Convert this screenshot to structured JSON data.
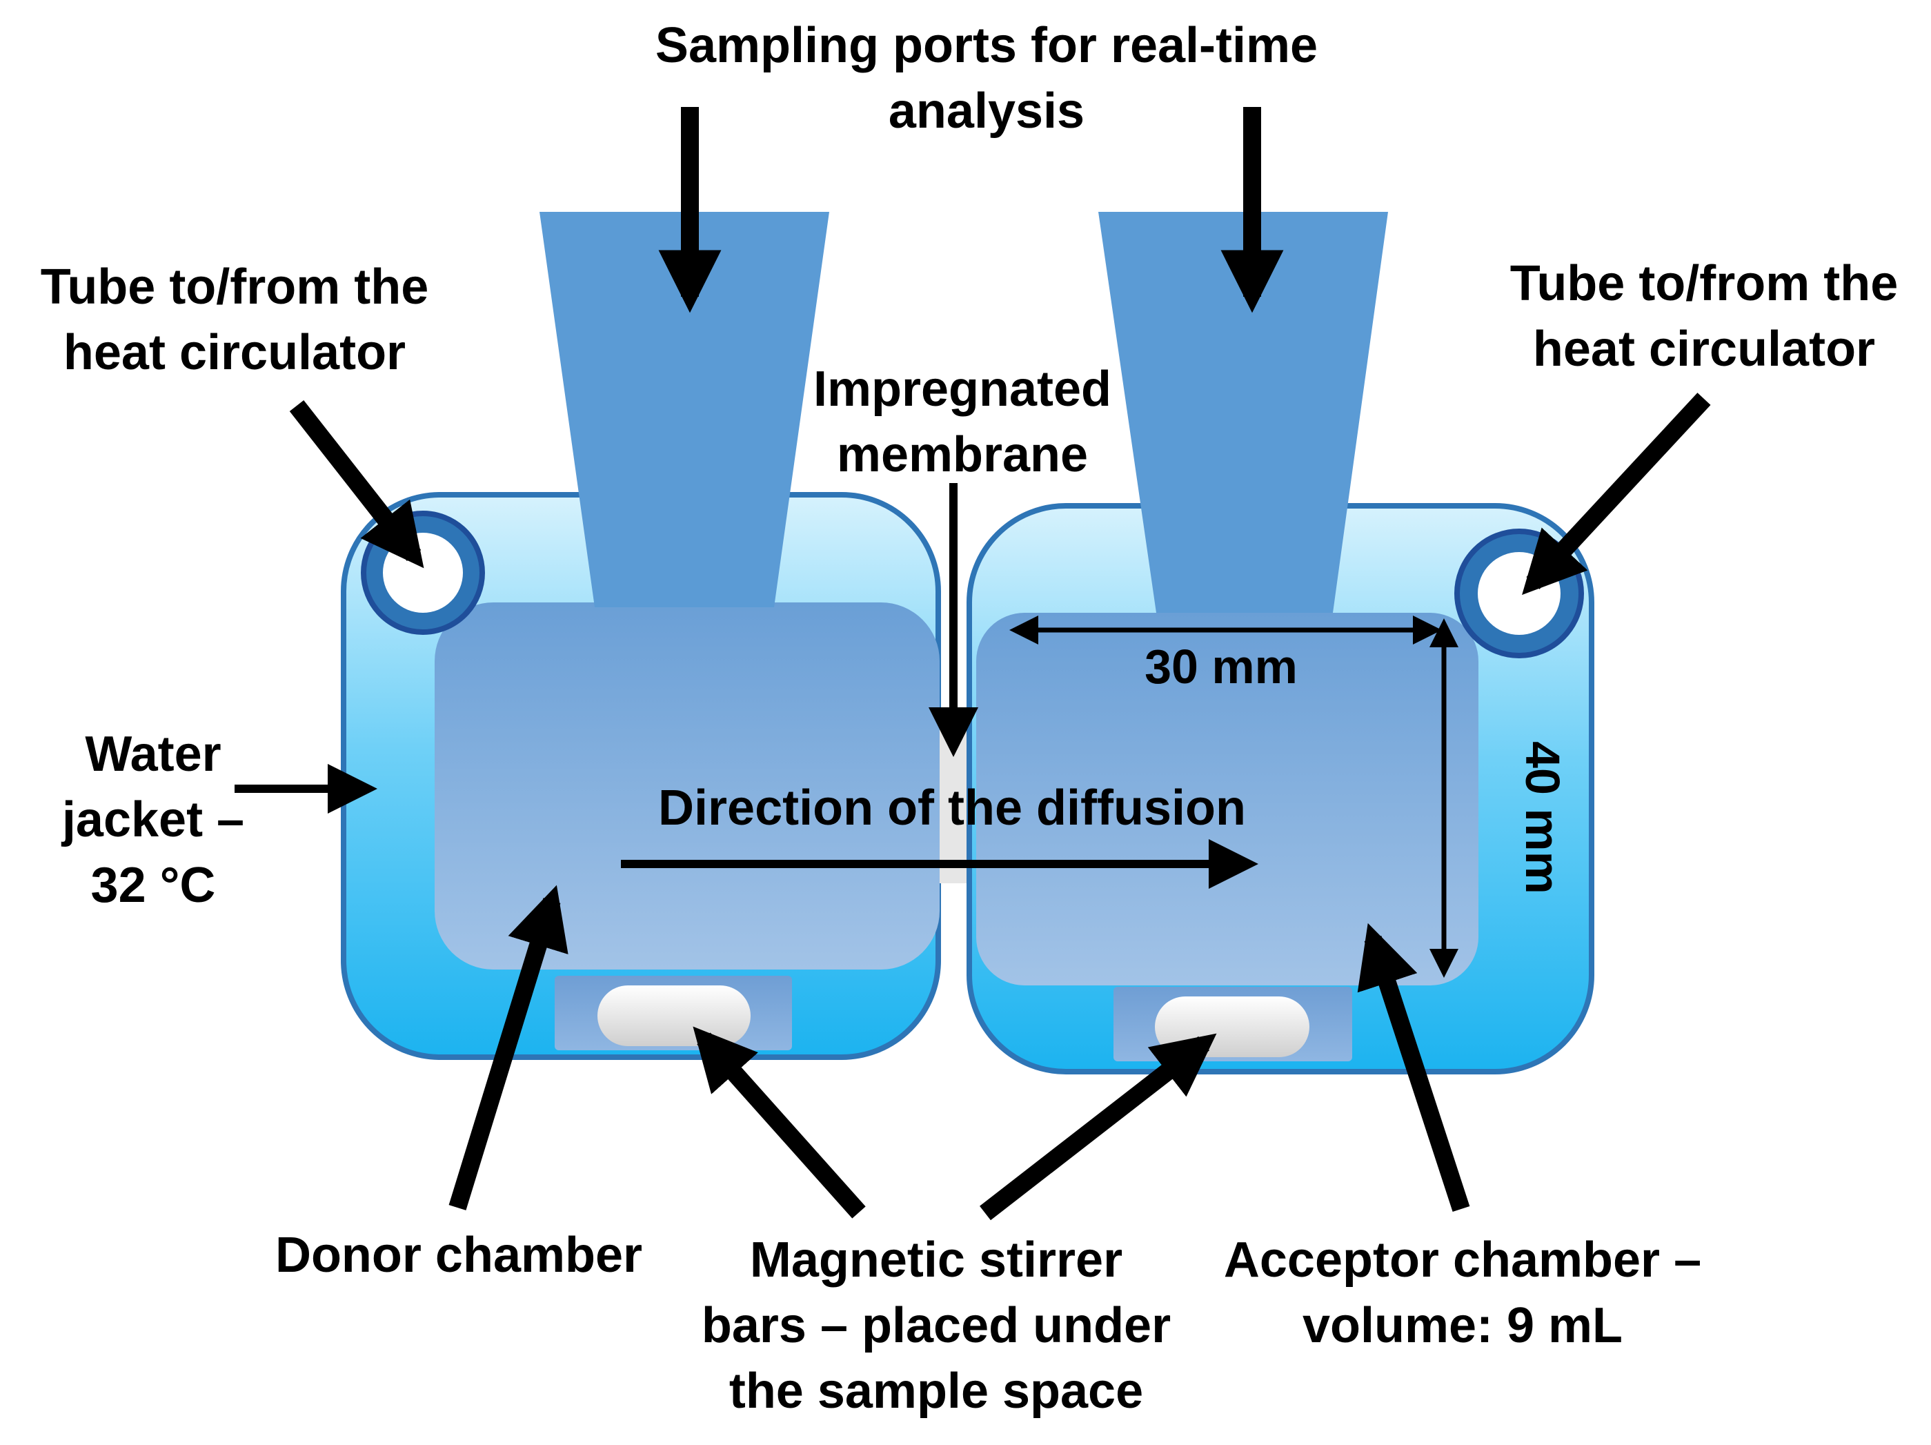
{
  "labels": {
    "sampling_ports_line1": "Sampling ports for real-time",
    "sampling_ports_line2": "analysis",
    "tube_left_line1": "Tube to/from the",
    "tube_left_line2": "heat circulator",
    "tube_right_line1": "Tube to/from the",
    "tube_right_line2": "heat circulator",
    "membrane_line1": "Impregnated",
    "membrane_line2": "membrane",
    "water_jacket_line1": "Water",
    "water_jacket_line2": "jacket –",
    "water_jacket_line3": "32 °C",
    "direction": "Direction of the diffusion",
    "width_dim": "30 mm",
    "height_dim": "40 mm",
    "donor_chamber": "Donor chamber",
    "stirrer_line1": "Magnetic stirrer",
    "stirrer_line2": "bars – placed under",
    "stirrer_line3": "the sample space",
    "acceptor_line1": "Acceptor chamber –",
    "acceptor_line2": "volume: 9 mL"
  },
  "colors": {
    "outer_fill_light": "#cdeffc",
    "outer_fill_dark": "#1fb6f2",
    "outer_border": "#2e75b6",
    "inner_fill_top": "#6fa3d8",
    "inner_fill_bottom": "#a3c4e8",
    "port_fill": "#5b9bd5",
    "membrane": "#e8e8e8",
    "stir_well": "#7fa8d8",
    "stir_bar": "#f4f4f4",
    "arrow": "#000000"
  }
}
